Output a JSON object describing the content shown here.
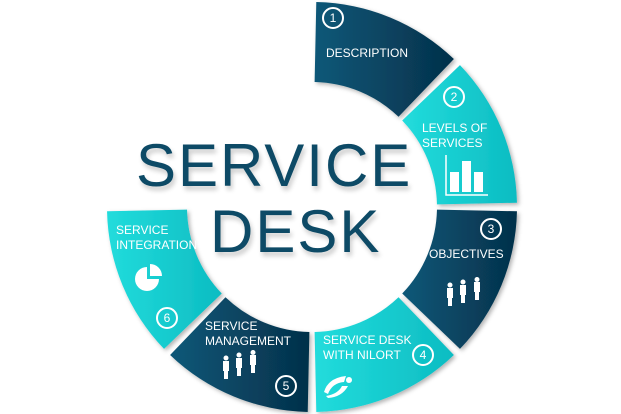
{
  "title": {
    "line1": "SERVICE",
    "line2": "DESK"
  },
  "segments": [
    {
      "number": "1",
      "label": "DESCRIPTION",
      "icon": "none",
      "color": "dark"
    },
    {
      "number": "2",
      "label_line1": "LEVELS OF",
      "label_line2": "SERVICES",
      "icon": "bar-chart-icon",
      "color": "cyan"
    },
    {
      "number": "3",
      "label": "OBJECTIVES",
      "icon": "people-icon",
      "color": "dark"
    },
    {
      "number": "4",
      "label_line1": "SERVICE DESK",
      "label_line2": "WITH NILORT",
      "icon": "nilort-logo-icon",
      "color": "cyan"
    },
    {
      "number": "5",
      "label_line1": "SERVICE",
      "label_line2": "MANAGEMENT",
      "icon": "people-icon",
      "color": "dark"
    },
    {
      "number": "6",
      "label_line1": "SERVICE",
      "label_line2": "INTEGRATION",
      "icon": "pie-chart-icon",
      "color": "cyan"
    }
  ],
  "colors": {
    "dark_start": "#0b5878",
    "dark_end": "#05304a",
    "cyan_start": "#22dcdc",
    "cyan_end": "#0cbcc2",
    "title": "#0d4a66"
  }
}
